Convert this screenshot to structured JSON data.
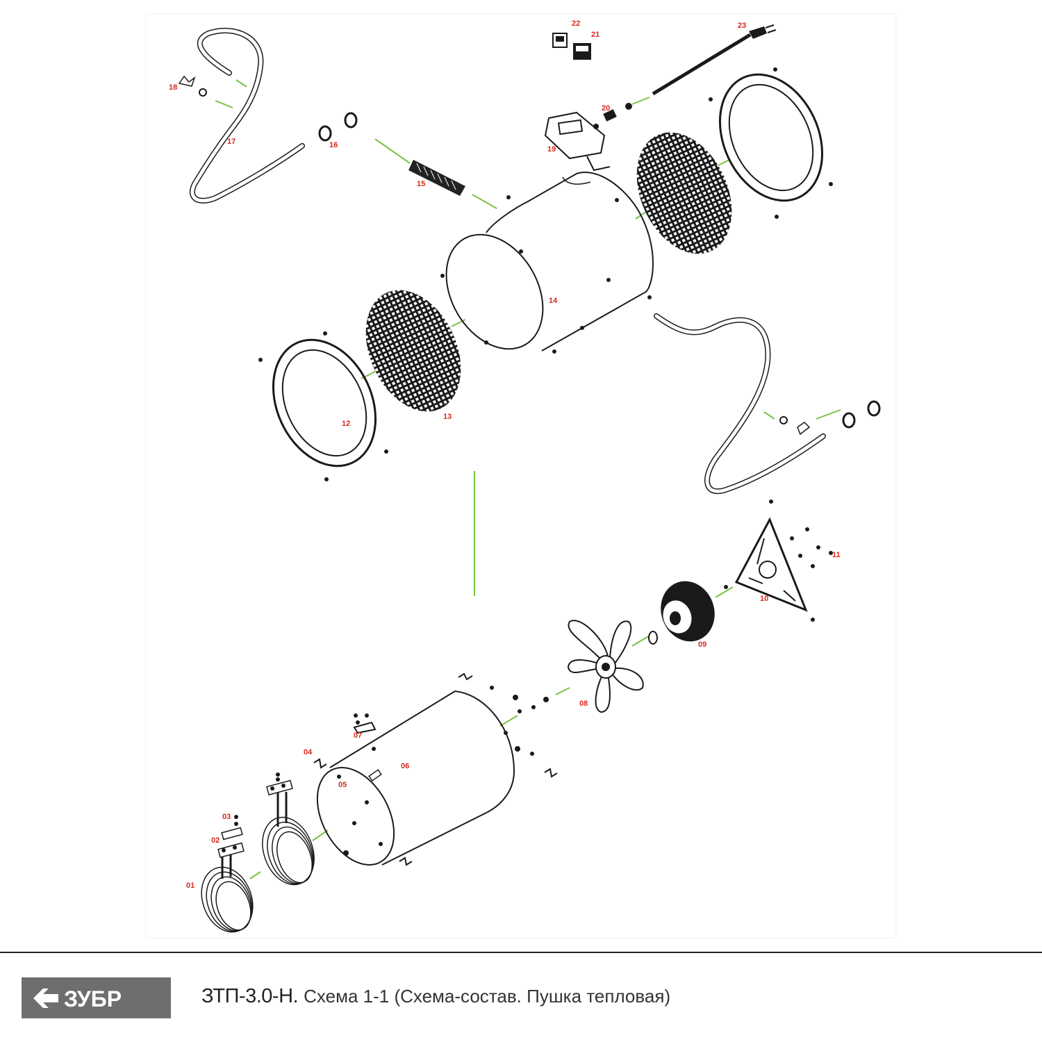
{
  "diagram": {
    "labels": [
      {
        "id": "01",
        "text": "01"
      },
      {
        "id": "02",
        "text": "02"
      },
      {
        "id": "03",
        "text": "03"
      },
      {
        "id": "04",
        "text": "04"
      },
      {
        "id": "05",
        "text": "05"
      },
      {
        "id": "06",
        "text": "06"
      },
      {
        "id": "07",
        "text": "07"
      },
      {
        "id": "08",
        "text": "08"
      },
      {
        "id": "09",
        "text": "09"
      },
      {
        "id": "10",
        "text": "10"
      },
      {
        "id": "11",
        "text": "11"
      },
      {
        "id": "12",
        "text": "12"
      },
      {
        "id": "13",
        "text": "13"
      },
      {
        "id": "14",
        "text": "14"
      },
      {
        "id": "15",
        "text": "15"
      },
      {
        "id": "16",
        "text": "16"
      },
      {
        "id": "17",
        "text": "17"
      },
      {
        "id": "18",
        "text": "18"
      },
      {
        "id": "19",
        "text": "19"
      },
      {
        "id": "20",
        "text": "20"
      },
      {
        "id": "21",
        "text": "21"
      },
      {
        "id": "22",
        "text": "22"
      },
      {
        "id": "23",
        "text": "23"
      }
    ],
    "colors": {
      "label": "#d9261c",
      "leader": "#7ac143",
      "line": "#1a1a1a"
    }
  },
  "footer": {
    "brand": "ЗУБР",
    "model": "ЗТП-3.0-Н.",
    "scheme": "Схема 1-1 (Схема-состав. Пушка тепловая)",
    "logo_color": "#6e6e6e"
  }
}
